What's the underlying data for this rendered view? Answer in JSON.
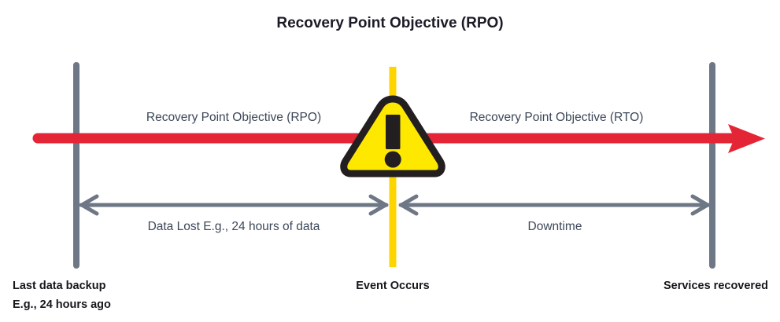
{
  "diagram": {
    "title": "Recovery Point Objective (RPO)",
    "colors": {
      "timeline_red": "#E42535",
      "milestone_gray": "#6E7785",
      "event_yellow": "#FFD500",
      "warning_fill": "#FFE800",
      "warning_outline": "#231F20",
      "text_dark": "#16161d",
      "text_muted": "#3c4758",
      "background": "#FFFFFF"
    },
    "phases": [
      {
        "id": "rpo-phase",
        "label": "Recovery Point Objective (RPO)"
      },
      {
        "id": "rto-phase",
        "label": "Recovery Point Objective (RTO)"
      }
    ],
    "measures": [
      {
        "id": "data-lost-measure",
        "label": "Data Lost E.g., 24 hours of data"
      },
      {
        "id": "downtime-measure",
        "label": "Downtime"
      }
    ],
    "milestones": [
      {
        "id": "last-data-backup",
        "line1": "Last data backup",
        "line2": "E.g., 24 hours ago"
      },
      {
        "id": "event-occurs",
        "line1": "Event Occurs",
        "line2": ""
      },
      {
        "id": "services-recovered",
        "line1": "Services recovered",
        "line2": ""
      }
    ],
    "icons": {
      "warning_triangle": "warning-triangle-icon",
      "timeline_arrowhead": "arrow-right-icon"
    }
  }
}
